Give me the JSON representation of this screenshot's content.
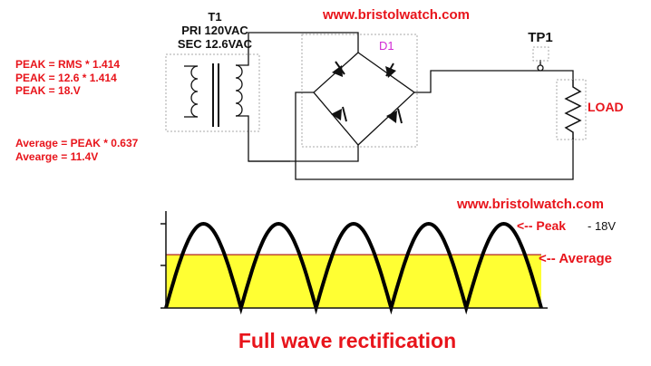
{
  "header": {
    "url": "www.bristolwatch.com"
  },
  "transformer": {
    "label": "T1",
    "primary": "PRI 120VAC",
    "secondary": "SEC 12.6VAC"
  },
  "bridge": {
    "label": "D1"
  },
  "testpoint": {
    "label": "TP1"
  },
  "load": {
    "label": "LOAD"
  },
  "formulas": {
    "peak_rms": "PEAK = RMS * 1.414",
    "peak_calc": "PEAK = 12.6 * 1.414",
    "peak_value": "PEAK = 18.V",
    "avg_formula": "Average = PEAK * 0.637",
    "avg_value": "Avearge = 11.4V"
  },
  "waveform": {
    "url": "www.bristolwatch.com",
    "peak_label": "<-- Peak",
    "peak_value": "- 18V",
    "average_label": "<-- Average",
    "title": "Full wave rectification",
    "cycles": 5,
    "peak_volts": 18,
    "average_volts": 11.4,
    "fill_color": "#ffff33",
    "average_line_color": "#b22222",
    "curve_color": "#000000"
  },
  "colors": {
    "text_red": "#e8141b",
    "label_magenta": "#d12ad4"
  }
}
